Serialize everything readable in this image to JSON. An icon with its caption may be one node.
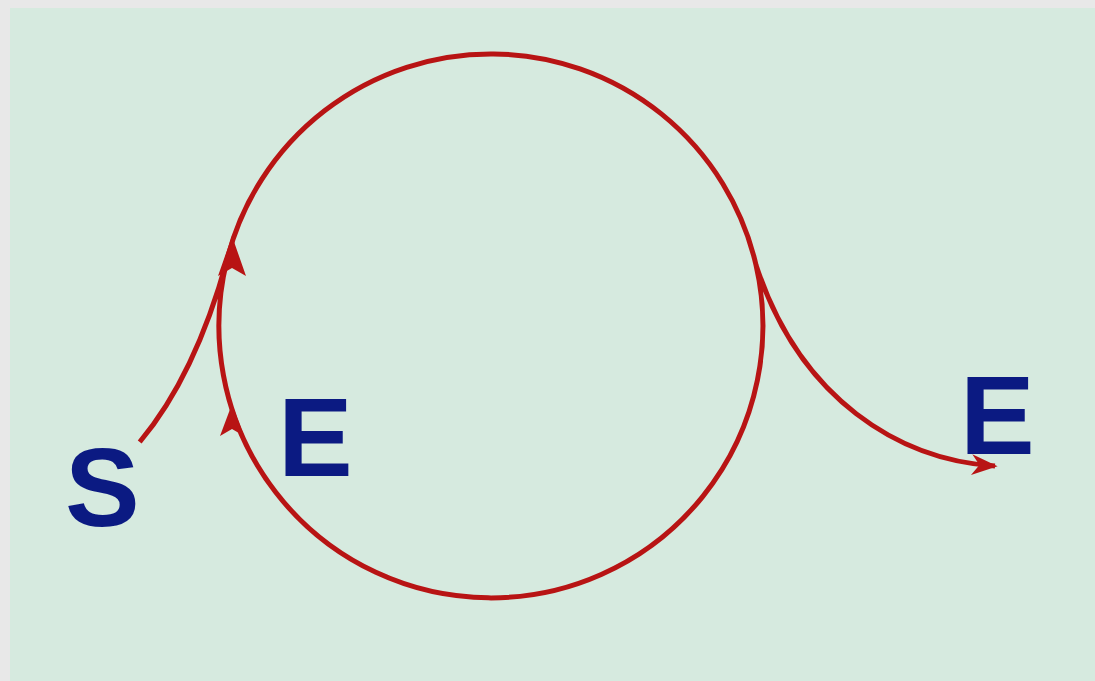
{
  "diagram": {
    "nodes": [
      {
        "text": [
          "S"
        ]
      },
      {
        "text": [
          "E"
        ]
      }
    ],
    "edges": [
      {
        "from": 0,
        "to": 1,
        "arrow": "to",
        "color": "#b81414"
      }
    ],
    "labels": [
      "E"
    ]
  }
}
